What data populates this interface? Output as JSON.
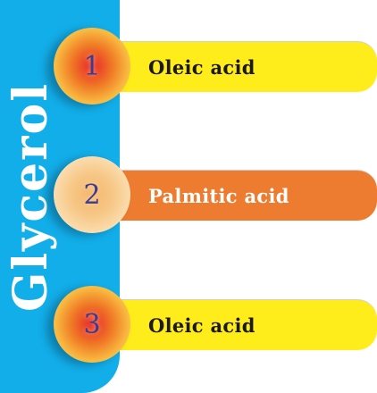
{
  "glycerol": {
    "label": "Glycerol",
    "color": "#12aeea"
  },
  "rows": [
    {
      "number": "1",
      "label": "Oleic acid",
      "strip_color": "#ffec1a",
      "text_color": "#1a1a1a"
    },
    {
      "number": "2",
      "label": "Palmitic acid",
      "strip_color": "#ee7c30",
      "text_color": "#ffffff"
    },
    {
      "number": "3",
      "label": "Oleic acid",
      "strip_color": "#ffec1a",
      "text_color": "#1a1a1a"
    }
  ]
}
